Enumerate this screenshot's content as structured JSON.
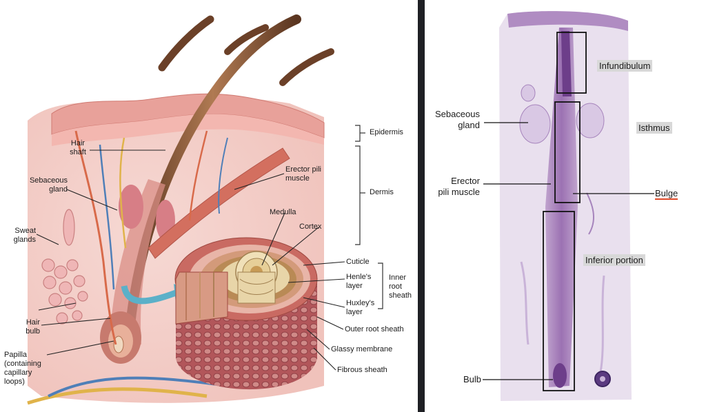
{
  "left_diagram": {
    "labels": {
      "hair_shaft": "Hair\nshaft",
      "sebaceous_gland": "Sebaceous\ngland",
      "sweat_glands": "Sweat\nglands",
      "hair_bulb": "Hair\nbulb",
      "papilla": "Papilla\n(containing\ncapillary\nloops)",
      "erector_pili_muscle": "Erector pili\nmuscle",
      "medulla": "Medulla",
      "cortex": "Cortex",
      "cuticle": "Cuticle",
      "henles_layer": "Henle's\nlayer",
      "huxleys_layer": "Huxley's\nlayer",
      "inner_root_sheath": "Inner\nroot\nsheath",
      "outer_root_sheath": "Outer root sheath",
      "glassy_membrane": "Glassy membrane",
      "fibrous_sheath": "Fibrous sheath",
      "epidermis": "Epidermis",
      "dermis": "Dermis"
    }
  },
  "right_micrograph": {
    "labels": {
      "infundibulum": "Infundibulum",
      "isthmus": "Isthmus",
      "sebaceous_gland": "Sebaceous\ngland",
      "erector_pili_muscle": "Erector\npili muscle",
      "bulge": "Bulge",
      "inferior_portion": "Inferior portion",
      "bulb": "Bulb"
    }
  },
  "colors": {
    "skin": "#f2c9c4",
    "epidermis": "#e8a19a",
    "hair": "#8a5a3a",
    "sheath": "#c7786e",
    "stain": "#9a6fb0",
    "divider": "#1f2024"
  }
}
